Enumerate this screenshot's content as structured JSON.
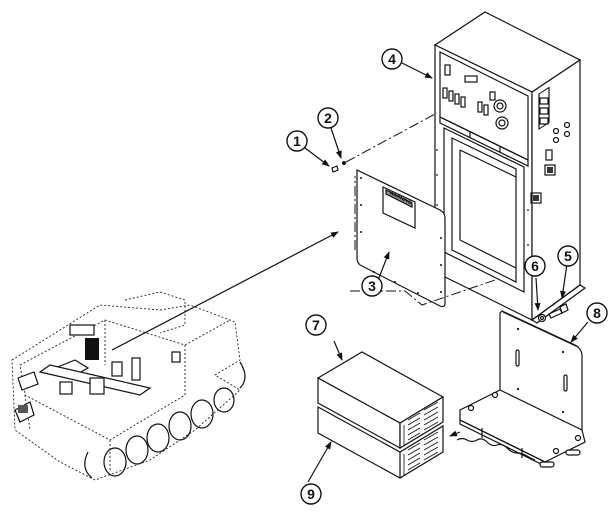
{
  "figure": {
    "type": "exploded-parts-diagram",
    "subject": "Vehicle-mounted equipment cabinet, cover panel, mounting bracket and power units",
    "placard_text": "WARNING",
    "callouts": [
      {
        "id": "1",
        "label": "1",
        "part": "screw"
      },
      {
        "id": "2",
        "label": "2",
        "part": "washer"
      },
      {
        "id": "3",
        "label": "3",
        "part": "cover panel"
      },
      {
        "id": "4",
        "label": "4",
        "part": "equipment cabinet"
      },
      {
        "id": "5",
        "label": "5",
        "part": "bolt"
      },
      {
        "id": "6",
        "label": "6",
        "part": "nut"
      },
      {
        "id": "7",
        "label": "7",
        "part": "upper unit"
      },
      {
        "id": "8",
        "label": "8",
        "part": "mounting bracket"
      },
      {
        "id": "9",
        "label": "9",
        "part": "lower unit"
      }
    ]
  }
}
